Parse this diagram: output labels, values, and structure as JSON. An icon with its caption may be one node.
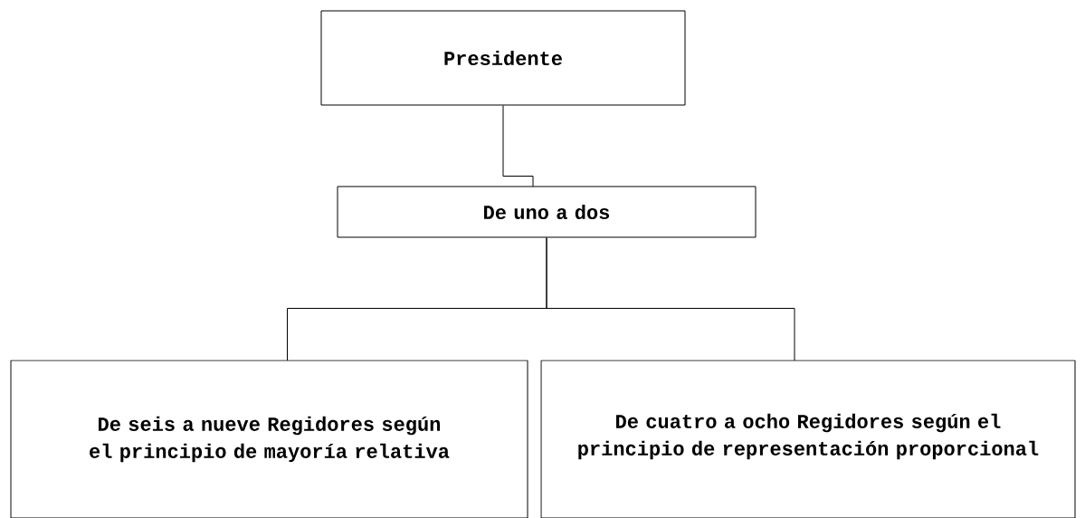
{
  "diagram": {
    "nodes": [
      {
        "text": [
          "Presidente"
        ]
      },
      {
        "text": [
          "De uno a dos"
        ]
      },
      {
        "text": [
          "De seis a nueve Regidores según el principio de mayoría relativa"
        ]
      },
      {
        "text": [
          "De cuatro a ocho Regidores según el principio de representación proporcional"
        ]
      }
    ],
    "edges": [
      {
        "from": 0,
        "to": 1,
        "arrow": "none"
      },
      {
        "from": 1,
        "to": 2,
        "arrow": "none"
      },
      {
        "from": 1,
        "to": 3,
        "arrow": "none"
      }
    ]
  }
}
